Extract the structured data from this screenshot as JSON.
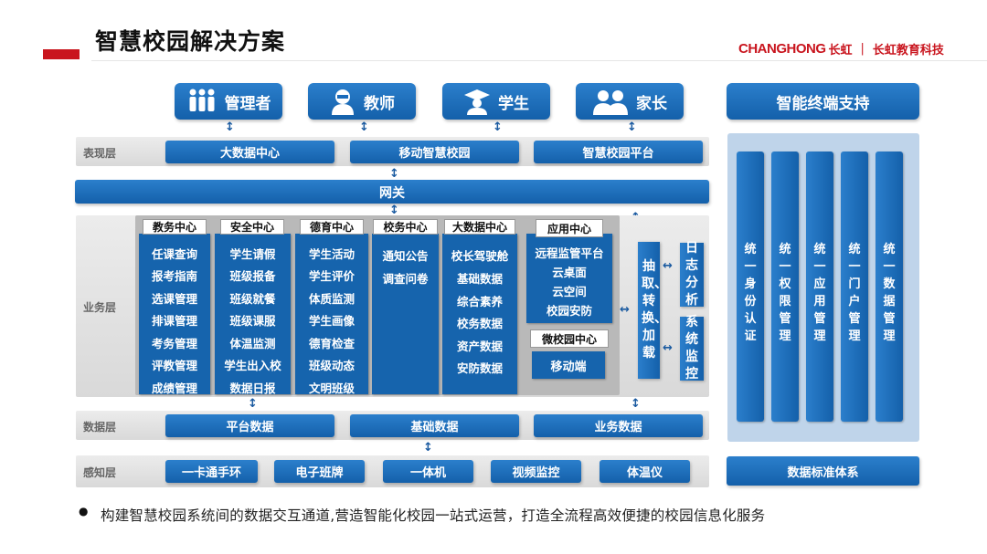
{
  "header": {
    "title": "智慧校园解决方案",
    "brand_en": "CHANGHONG",
    "brand_cn": "长虹",
    "brand_sep": "|",
    "brand_sub": "长虹教育科技"
  },
  "roles": [
    {
      "label": "管理者",
      "icon": "group-icon"
    },
    {
      "label": "教师",
      "icon": "teacher-icon"
    },
    {
      "label": "学生",
      "icon": "graduation-cap-icon"
    },
    {
      "label": "家长",
      "icon": "parents-icon"
    }
  ],
  "terminal_header": "智能终端支持",
  "layers": {
    "presentation": {
      "label": "表现层",
      "boxes": [
        "大数据中心",
        "移动智慧校园",
        "智慧校园平台"
      ]
    },
    "gateway": "网关",
    "business": {
      "label": "业务层"
    },
    "data": {
      "label": "数据层",
      "boxes": [
        "平台数据",
        "基础数据",
        "业务数据"
      ]
    },
    "perception": {
      "label": "感知层",
      "boxes": [
        "一卡通手环",
        "电子班牌",
        "一体机",
        "视频监控",
        "体温仪"
      ]
    }
  },
  "modules": [
    {
      "title": "教务中心",
      "items": [
        "任课查询",
        "报考指南",
        "选课管理",
        "排课管理",
        "考务管理",
        "评教管理",
        "成绩管理"
      ]
    },
    {
      "title": "安全中心",
      "items": [
        "学生请假",
        "班级报备",
        "班级就餐",
        "班级课服",
        "体温监测",
        "学生出入校",
        "数据日报"
      ]
    },
    {
      "title": "德育中心",
      "items": [
        "学生活动",
        "学生评价",
        "体质监测",
        "学生画像",
        "德育检查",
        "班级动态",
        "文明班级"
      ]
    },
    {
      "title": "校务中心",
      "items": [
        "通知公告",
        "调查问卷"
      ]
    },
    {
      "title": "大数据中心",
      "items": [
        "校长驾驶舱",
        "基础数据",
        "综合素养",
        "校务数据",
        "资产数据",
        "安防数据"
      ]
    }
  ],
  "app_center": {
    "title": "应用中心",
    "items": [
      "远程监管平台",
      "云桌面",
      "云空间",
      "校园安防"
    ]
  },
  "weixin_center": {
    "title": "微校园中心",
    "items": [
      "移动端"
    ]
  },
  "etl": "抽取、转换、加载",
  "side_boxes": [
    "日志分析",
    "系统监控"
  ],
  "terminal_columns": [
    "统一身份认证",
    "统一权限管理",
    "统一应用管理",
    "统一门户管理",
    "统一数据管理"
  ],
  "data_standard": "数据标准体系",
  "footer": {
    "bullet": "●",
    "text": "构建智慧校园系统间的数据交互通道,营造智能化校园一站式运营，打造全流程高效便捷的校园信息化服务"
  },
  "colors": {
    "accent_red": "#c9151e",
    "primary_blue": "#1664ad",
    "band_gray": "#e3e3e3",
    "panel_light_blue": "#bfd4ea"
  }
}
